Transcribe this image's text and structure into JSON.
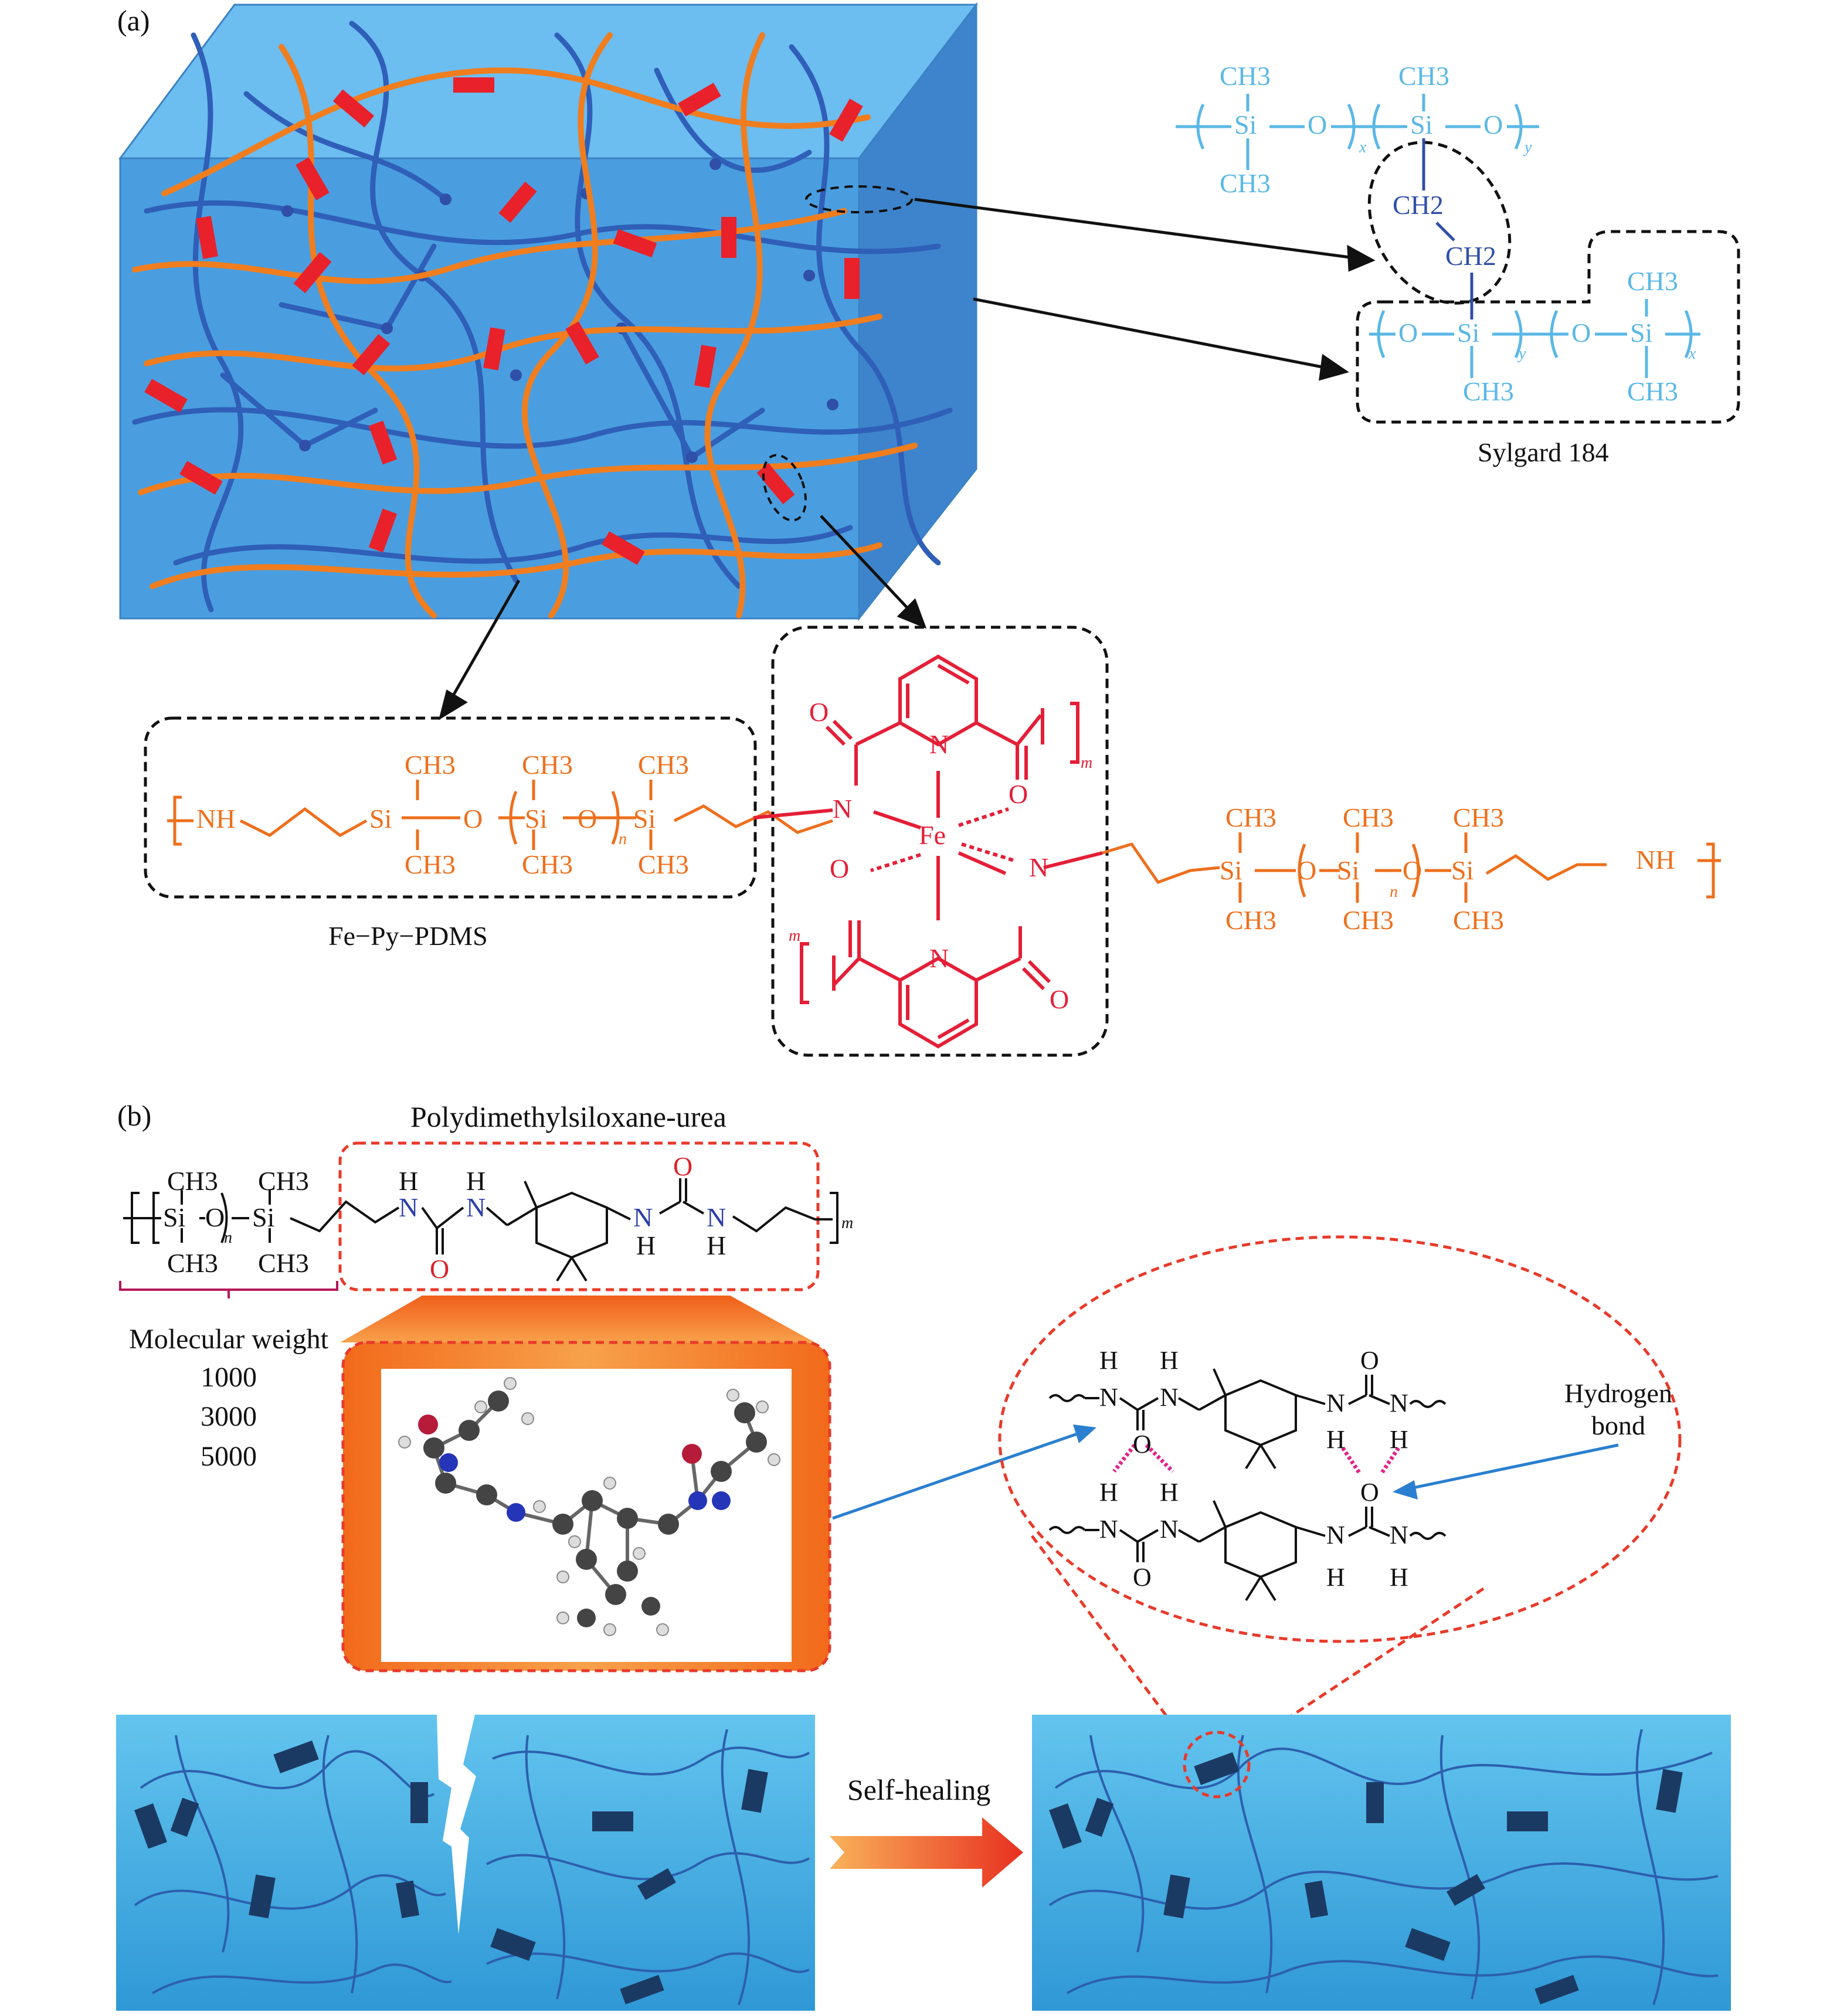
{
  "panel_a": {
    "label": "(a)",
    "sylgard_name": "Sylgard 184",
    "fepy_name": "Fe−Py−PDMS",
    "sylgard_top": {
      "ch3_a": "CH3",
      "ch3_b": "CH3",
      "ch3_c": "CH3",
      "ch3_d": "CH3",
      "si_a": "Si",
      "si_b": "Si",
      "o_a": "O",
      "o_b": "O",
      "sub_x": "x",
      "sub_y": "y"
    },
    "sylgard_link": {
      "ch2_a": "CH2",
      "ch2_b": "CH2"
    },
    "sylgard_bottom": {
      "o_a": "O",
      "o_b": "O",
      "si_a": "Si",
      "si_b": "Si",
      "ch3_a": "CH3",
      "ch3_b": "CH3",
      "ch3_c": "CH3",
      "sub_y": "y",
      "sub_x": "x"
    },
    "fepy_left": {
      "nh": "NH",
      "si_a": "Si",
      "si_b": "Si",
      "si_c": "Si",
      "o_a": "O",
      "o_b": "O",
      "ch3": "CH3",
      "sub_n": "n"
    },
    "complex": {
      "fe": "Fe",
      "n_top": "N",
      "n_bottom": "N",
      "n_left": "N",
      "n_right": "N",
      "o_top_left": "O",
      "o_top_right": "O",
      "o_bottom_left": "O",
      "o_bottom_right": "O",
      "sub_m_top": "m",
      "sub_m_bottom": "m"
    },
    "fepy_right": {
      "nh": "NH",
      "si_a": "Si",
      "si_b": "Si",
      "si_c": "Si",
      "o_a": "O",
      "o_b": "O",
      "ch3": "CH3",
      "sub_n": "n"
    }
  },
  "panel_b": {
    "label": "(b)",
    "title": "Polydimethylsiloxane-urea",
    "mw_label": "Molecular weight",
    "mw_values": [
      "1000",
      "3000",
      "5000"
    ],
    "formula": {
      "si_a": "Si",
      "si_b": "Si",
      "o": "O",
      "ch3": "CH3",
      "h": "H",
      "n": "N",
      "o_red": "O",
      "sub_n": "n",
      "sub_m": "m"
    },
    "hb_atoms": {
      "h": "H",
      "n": "N",
      "o": "O"
    },
    "hydrogen_bond_label": [
      "Hydrogen",
      "bond"
    ],
    "arrow_label": "Self-healing"
  },
  "colors": {
    "cube_front": "#4a9ee0",
    "cube_top": "#6cbdf0",
    "cube_side": "#3d84cc",
    "orange_chain": "#f07d1e",
    "blue_chain": "#2f5fb8",
    "red_bond": "#e8212a",
    "sylgard_text": "#5ab8e6",
    "sylgard_dark": "#2f4fa8",
    "fepy_orange": "#ee6f1c",
    "complex_red": "#e41f37",
    "slab": "#46b0e4",
    "dashed_red": "#e83a2a"
  }
}
